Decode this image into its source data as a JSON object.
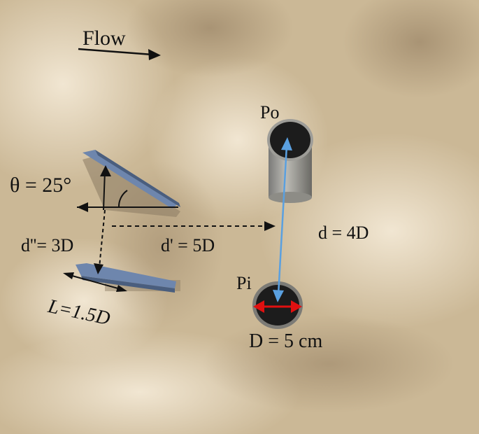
{
  "annotations": {
    "flow": "Flow",
    "theta": "θ = 25°",
    "d_double_prime": "d''= 3D",
    "d_prime": "d' = 5D",
    "d": "d = 4D",
    "po": "Po",
    "pi": "Pi",
    "diameter": "D = 5 cm",
    "length": "L=1.5D"
  },
  "colors": {
    "sand": "#d8c7a8",
    "plate": "#6e86ad",
    "pile_top": "#1c1c1c",
    "arrow_blue": "#5aa0e0",
    "arrow_red": "#e01010"
  }
}
